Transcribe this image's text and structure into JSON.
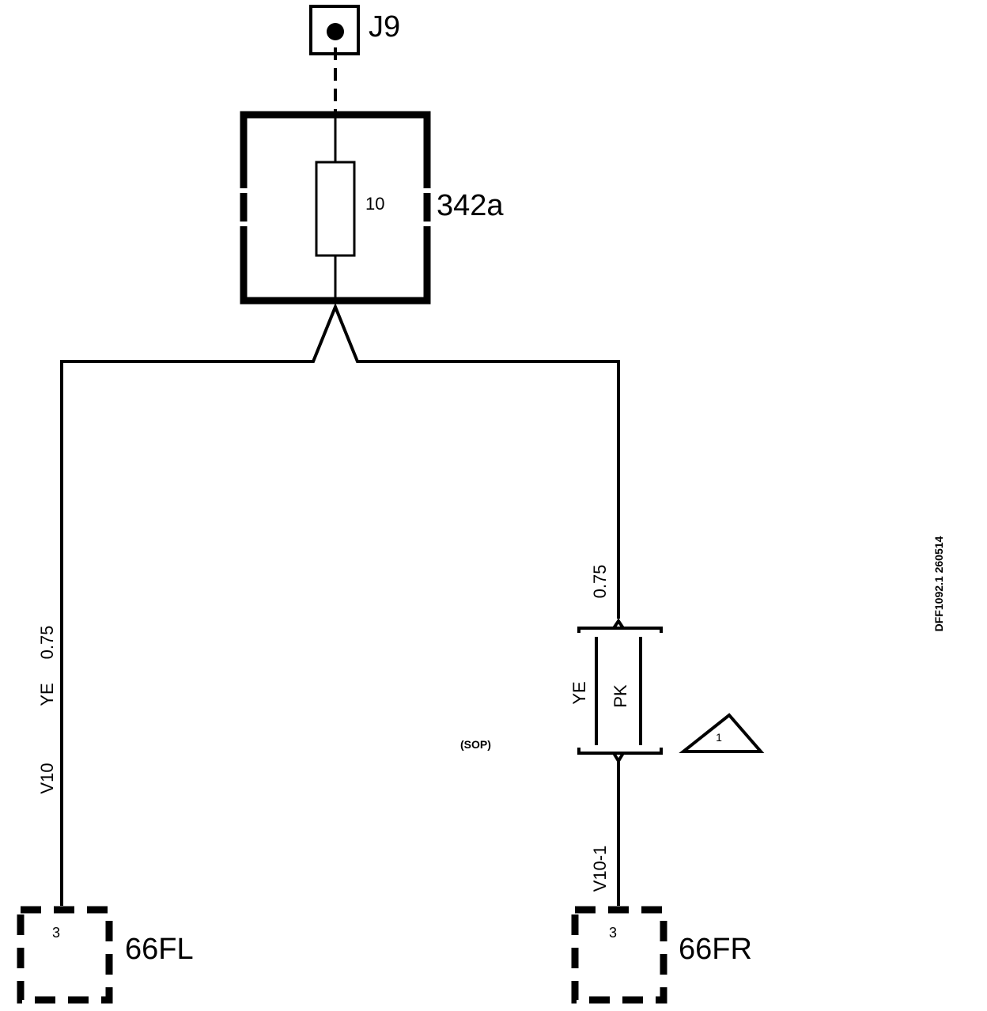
{
  "connector_top": {
    "label": "J9"
  },
  "fuse_box": {
    "label": "342a",
    "fuse_rating": "10"
  },
  "wire_left": {
    "size": "0.75",
    "color": "YE",
    "circuit": "V10"
  },
  "wire_right_upper": {
    "size": "0.75"
  },
  "splice_block": {
    "color_left": "YE",
    "color_right": "PK"
  },
  "sop_note": "(SOP)",
  "note_triangle": {
    "number": "1"
  },
  "wire_right_lower": {
    "circuit": "V10-1"
  },
  "connector_left": {
    "pin": "3",
    "label": "66FL"
  },
  "connector_right": {
    "pin": "3",
    "label": "66FR"
  },
  "drawing_id": "DFF1092.1 260514"
}
